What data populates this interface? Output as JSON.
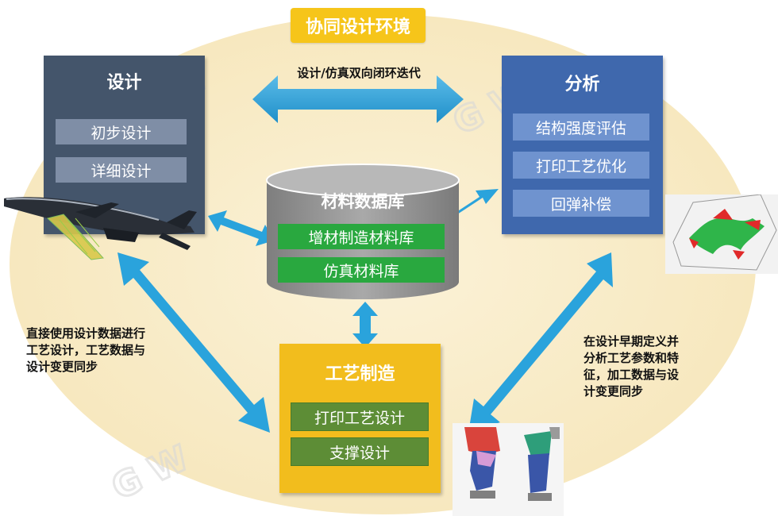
{
  "title": "协同设计环境",
  "top_arrow_label": "设计/仿真双向闭环迭代",
  "design": {
    "title": "设计",
    "items": [
      "初步设计",
      "详细设计"
    ]
  },
  "analysis": {
    "title": "分析",
    "items": [
      "结构强度评估",
      "打印工艺优化",
      "回弹补偿"
    ]
  },
  "database": {
    "title": "材料数据库",
    "items": [
      "增材制造材料库",
      "仿真材料库"
    ]
  },
  "manufacturing": {
    "title": "工艺制造",
    "items": [
      "打印工艺设计",
      "支撑设计"
    ]
  },
  "left_note": [
    "直接使用设计数据进行",
    "工艺设计，工艺数据与",
    "设计变更同步"
  ],
  "right_note": [
    "在设计早期定义并",
    "分析工艺参数和特",
    "征，加工数据与设",
    "计变更同步"
  ],
  "colors": {
    "background_ellipse": "#f7e8bf",
    "title_box": "#f6c51a",
    "design_panel": "#44556b",
    "analysis_panel": "#3f68ad",
    "manufacturing_panel": "#f2bd1d",
    "database_cylinder": "#9a9a9a",
    "database_items": "#29a83f",
    "arrows": "#2aa3dc"
  },
  "icons": [
    "airplane-image",
    "topology-bracket-image",
    "printed-part-image",
    "watermark-logo"
  ]
}
